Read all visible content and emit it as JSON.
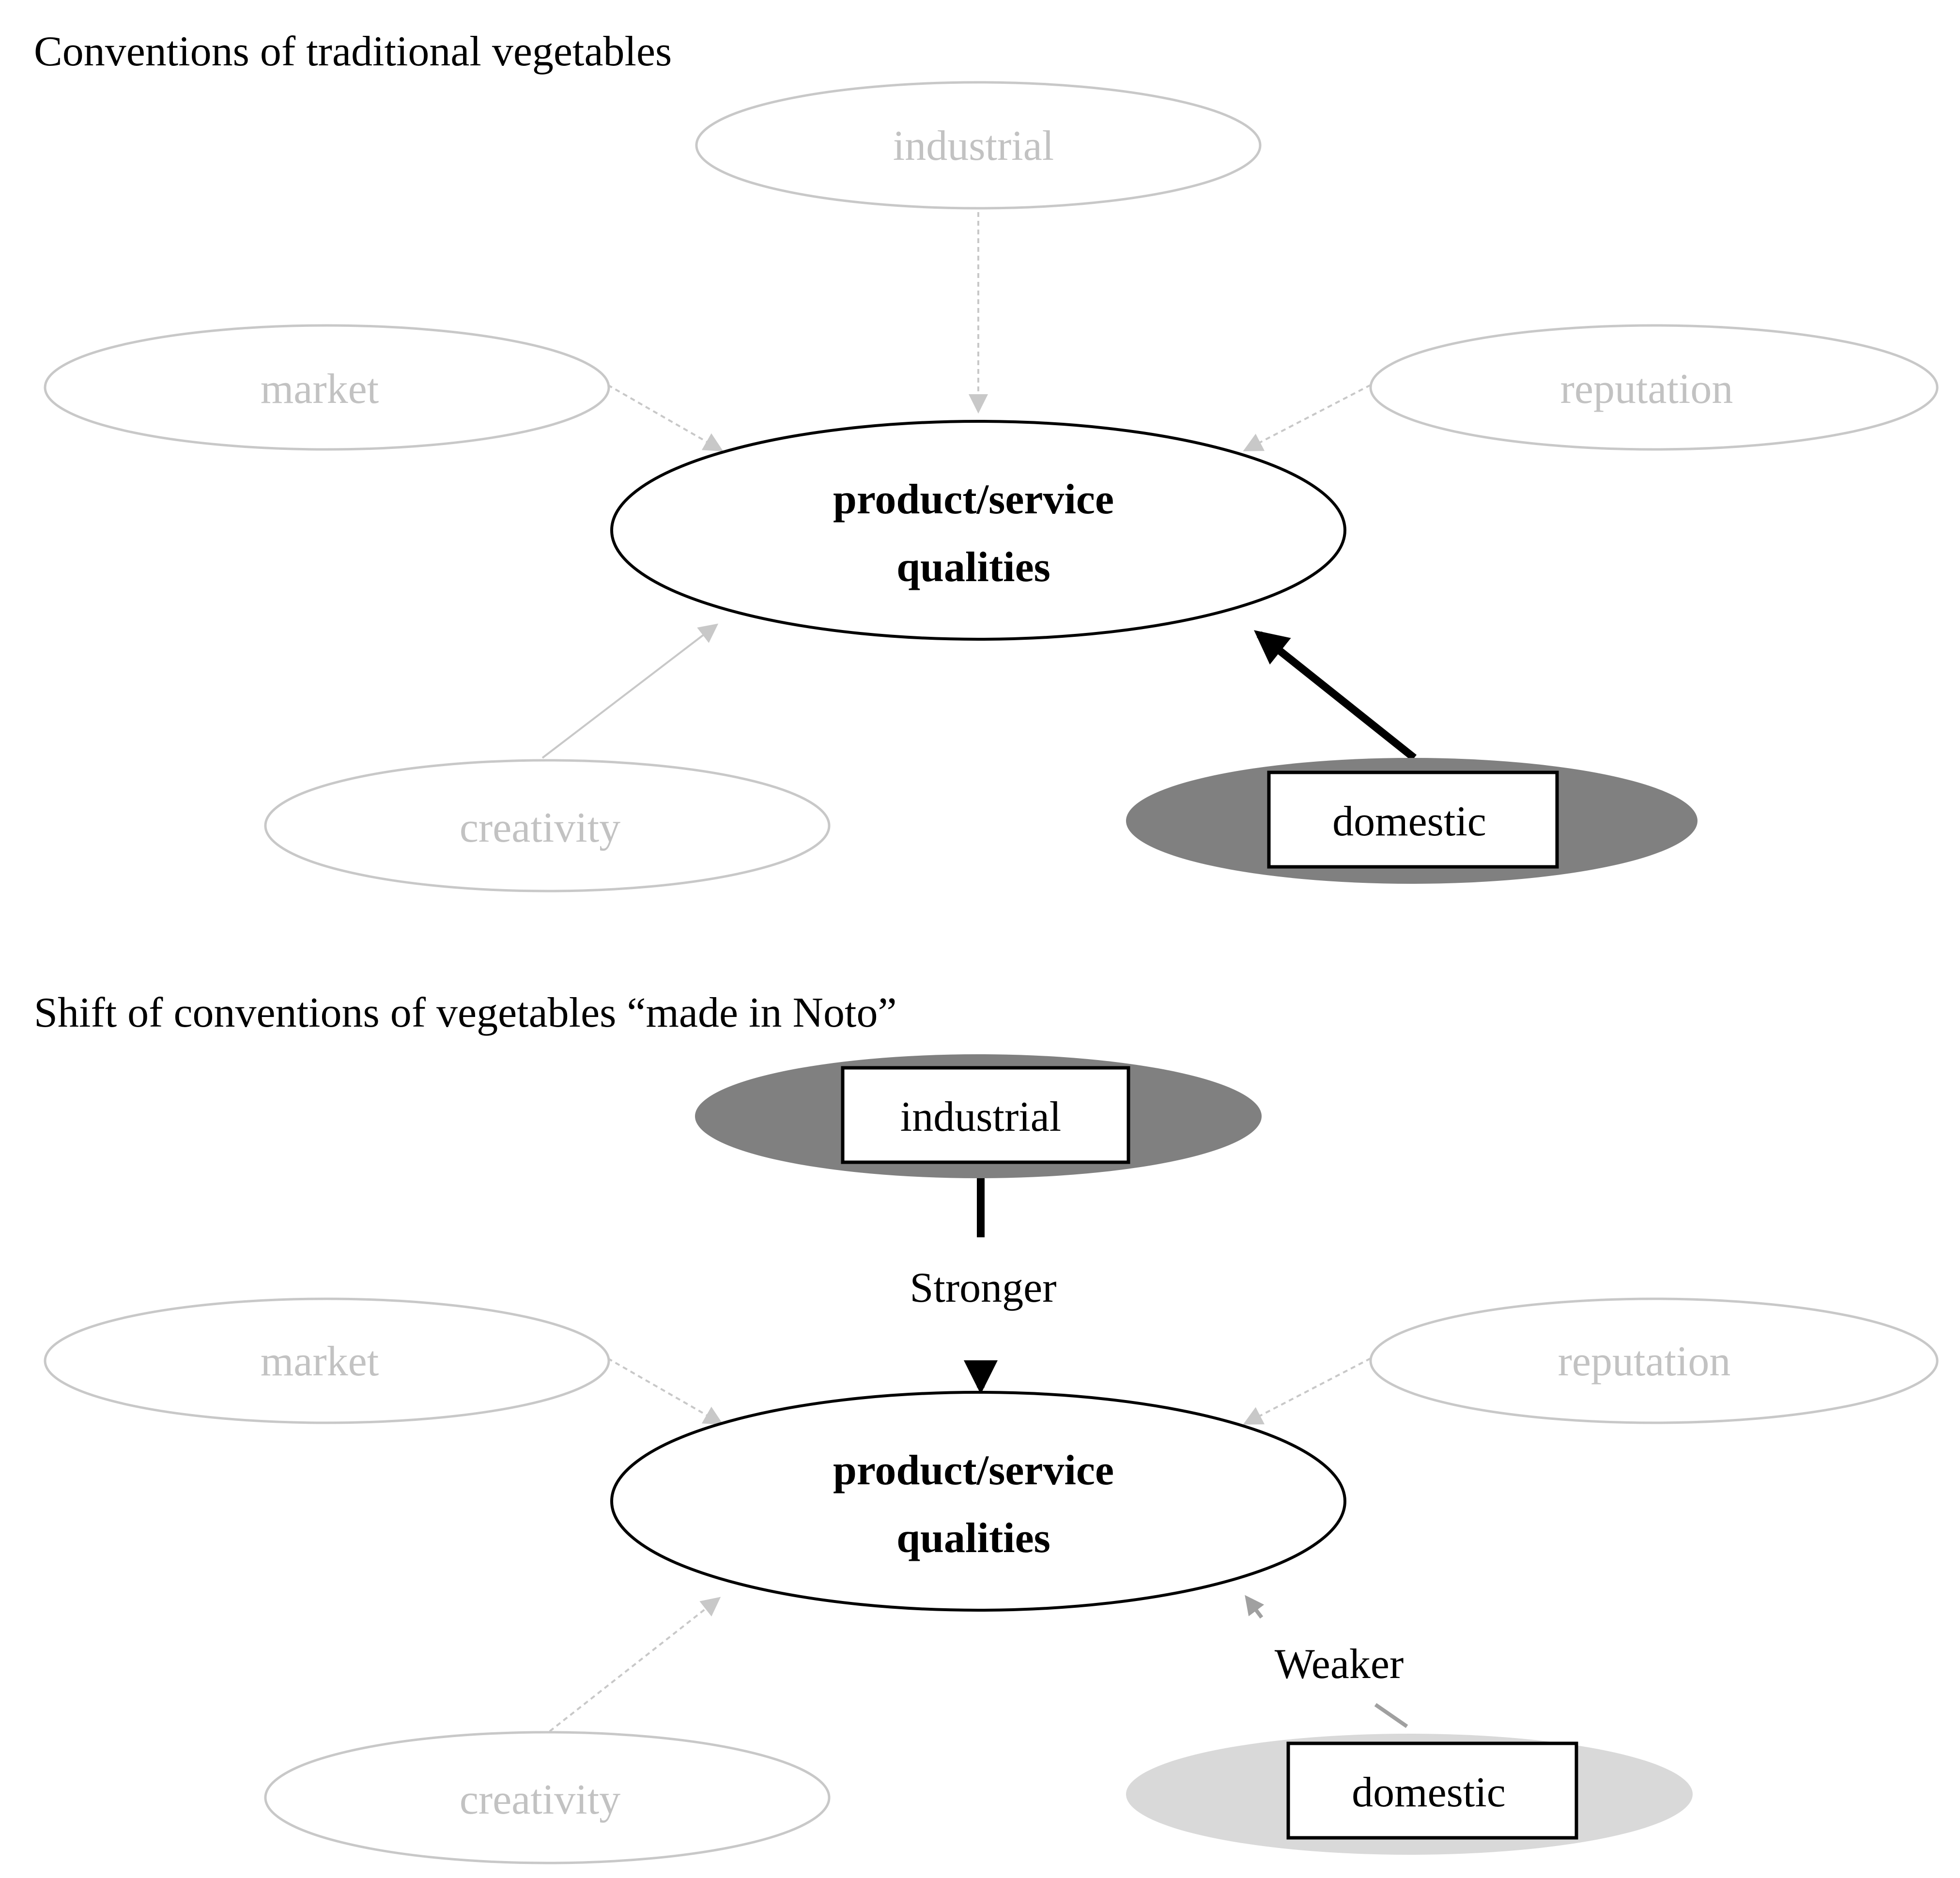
{
  "panels": [
    {
      "title": "Conventions of traditional vegetables",
      "nodes": {
        "industrial": "industrial",
        "market": "market",
        "reputation": "reputation",
        "center_line1": "product/service",
        "center_line2": "qualities",
        "creativity": "creativity",
        "domestic": "domestic"
      },
      "highlighted": [
        "domestic"
      ]
    },
    {
      "title": "Shift of conventions of vegetables “made in Noto”",
      "nodes": {
        "industrial": "industrial",
        "market": "market",
        "reputation": "reputation",
        "center_line1": "product/service",
        "center_line2": "qualities",
        "creativity": "creativity",
        "domestic": "domestic"
      },
      "edge_labels": {
        "industrial": "Stronger",
        "domestic": "Weaker"
      },
      "highlighted": [
        "industrial",
        "domestic"
      ]
    }
  ],
  "colors": {
    "highlight_dark": "#808080",
    "highlight_light": "#d9d9d9",
    "inactive": "#c2c2c2"
  }
}
